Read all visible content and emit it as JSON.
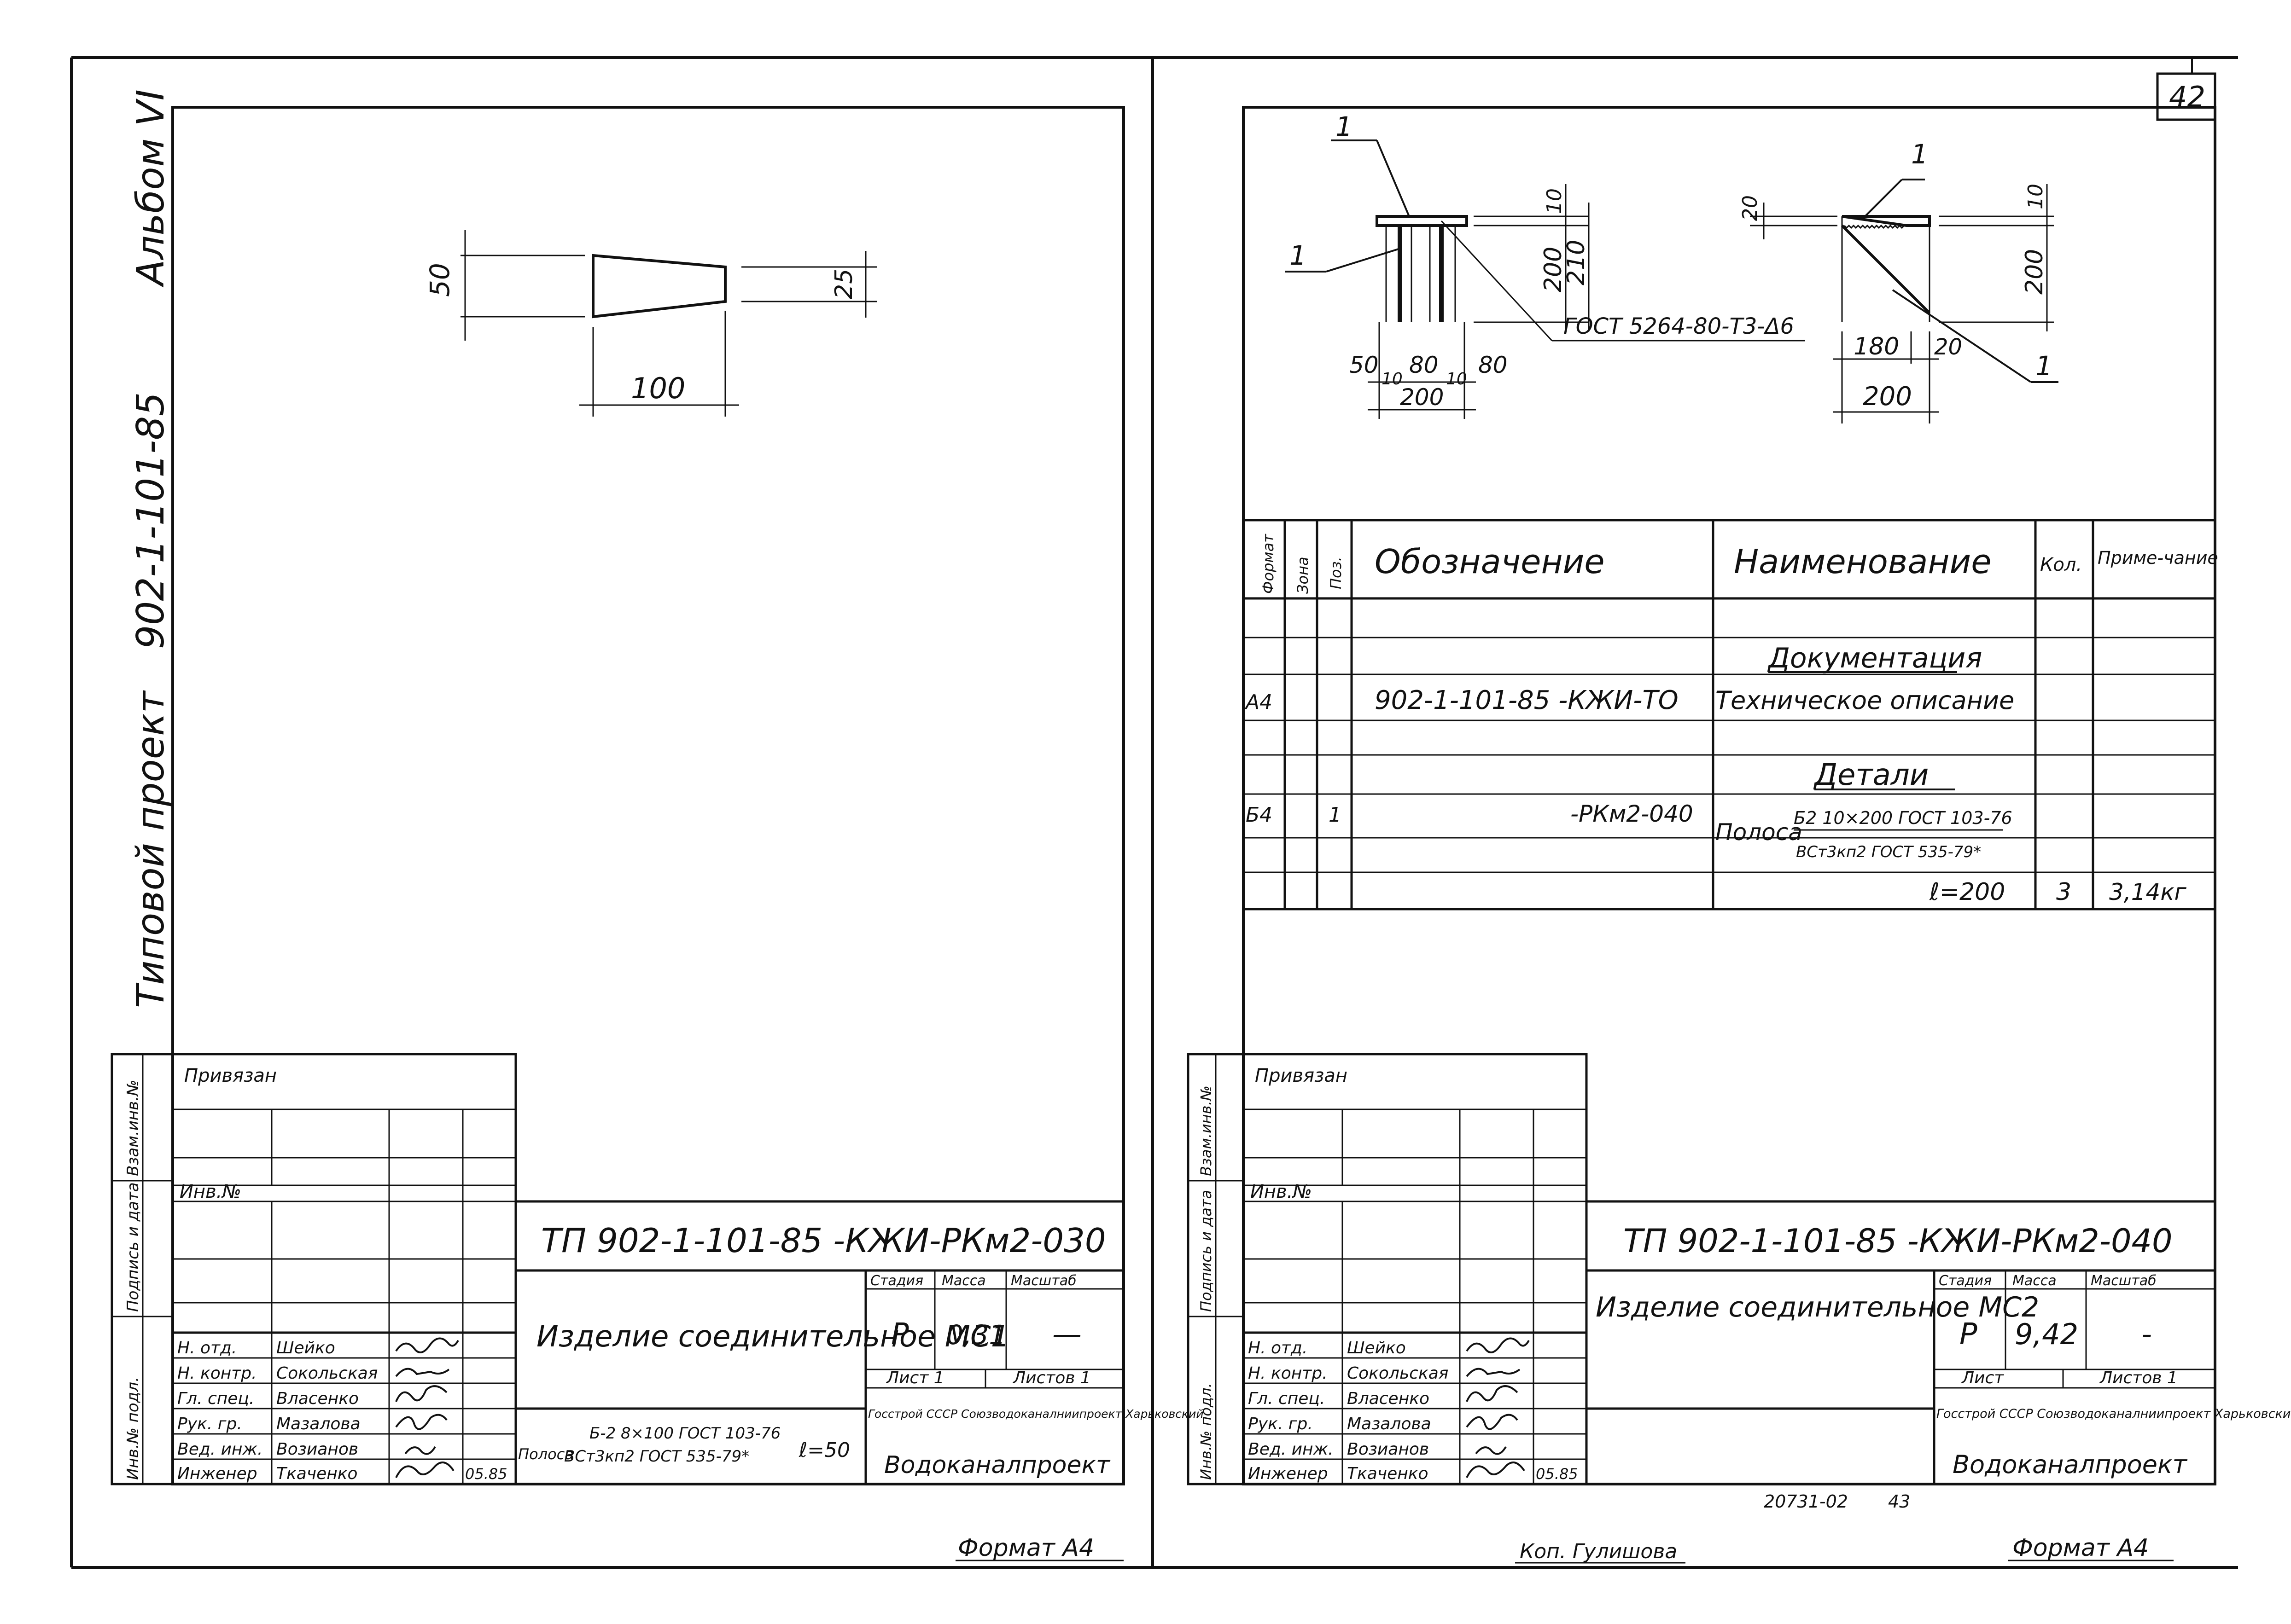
{
  "side_label": {
    "prefix": "Типовой проект",
    "project": "902-1-101-85",
    "album": "Альбом VI"
  },
  "left_sheet": {
    "dims": {
      "h_left": "50",
      "h_right": "25",
      "length": "100"
    },
    "stamp": {
      "privyazan": "Привязан",
      "inv": "Инв.№",
      "left_strip": [
        "Инв.№ подл.",
        "Подпись и дата",
        "Взам.инв.№"
      ],
      "designation": "ТП 902-1-101-85 -КЖИ-РКм2-030",
      "title": "Изделие соединительное МС1",
      "col_headers": [
        "Стадия",
        "Масса",
        "Масштаб"
      ],
      "stage": "Р",
      "mass": "0,31",
      "scale": "—",
      "sheet": "Лист 1",
      "sheets": "Листов 1",
      "org1": "Госстрой СССР Союзводоканалниипроект Харьковский",
      "org2": "Водоканалпроект",
      "material_prefix": "Полоса",
      "material_top": "Б-2 8×100 ГОСТ 103-76",
      "material_bottom": "ВСт3кп2 ГОСТ 535-79*",
      "length": "ℓ=50",
      "date": "05.85",
      "people": [
        {
          "role": "Н. отд.",
          "name": "Шейко"
        },
        {
          "role": "Н. контр.",
          "name": "Сокольская"
        },
        {
          "role": "Гл. спец.",
          "name": "Власенко"
        },
        {
          "role": "Рук. гр.",
          "name": "Мазалова"
        },
        {
          "role": "Вед. инж.",
          "name": "Возианов"
        },
        {
          "role": "Инженер",
          "name": "Ткаченко"
        }
      ]
    },
    "format": "Формат А4"
  },
  "right_sheet": {
    "sheet_number": "42",
    "dims": {
      "a": "50",
      "b": "80",
      "c": "80",
      "d": "10",
      "e": "10",
      "w1": "200",
      "h1": "10",
      "h2": "200",
      "h3": "210",
      "weld": "ГОСТ 5264-80-Т3-Δ6",
      "s_top": "20",
      "s_t2": "10",
      "s_h": "200",
      "s_w": "180",
      "s_off": "20",
      "s_tw": "200",
      "pos1": "1",
      "pos2": "1",
      "pos3": "1",
      "pos4": "1"
    },
    "table": {
      "headers": [
        "Формат",
        "Зона",
        "Поз.",
        "Обозначение",
        "Наименование",
        "Кол.",
        "Приме-чание"
      ],
      "section_doc": "Документация",
      "doc_row": {
        "format": "А4",
        "designation": "902-1-101-85 -КЖИ-ТО",
        "name": "Техническое описание"
      },
      "section_parts": "Детали",
      "part_row": {
        "format": "Б4",
        "pos": "1",
        "designation": "-РКм2-040",
        "name_prefix": "Полоса",
        "name_top": "Б2 10×200 ГОСТ 103-76",
        "name_bottom": "ВСт3кп2 ГОСТ 535-79*"
      },
      "length_row": {
        "length": "ℓ=200",
        "qty": "3",
        "note": "3,14кг"
      }
    },
    "stamp": {
      "privyazan": "Привязан",
      "inv": "Инв.№",
      "designation": "ТП 902-1-101-85 -КЖИ-РКм2-040",
      "title": "Изделие соединительное МС2",
      "col_headers": [
        "Стадия",
        "Масса",
        "Масштаб"
      ],
      "stage": "Р",
      "mass": "9,42",
      "scale": "-",
      "sheet": "Лист",
      "sheets": "Листов 1",
      "org1": "Госстрой СССР Союзводоканалниипроект Харьковский",
      "org2": "Водоканалпроект",
      "date": "05.85",
      "people": [
        {
          "role": "Н. отд.",
          "name": "Шейко"
        },
        {
          "role": "Н. контр.",
          "name": "Сокольская"
        },
        {
          "role": "Гл. спец.",
          "name": "Власенко"
        },
        {
          "role": "Рук. гр.",
          "name": "Мазалова"
        },
        {
          "role": "Вед. инж.",
          "name": "Возианов"
        },
        {
          "role": "Инженер",
          "name": "Ткаченко"
        }
      ]
    },
    "archive_no": "20731-02",
    "page_no": "43",
    "copied_by": "Коп. Гулишова",
    "format": "Формат А4"
  }
}
